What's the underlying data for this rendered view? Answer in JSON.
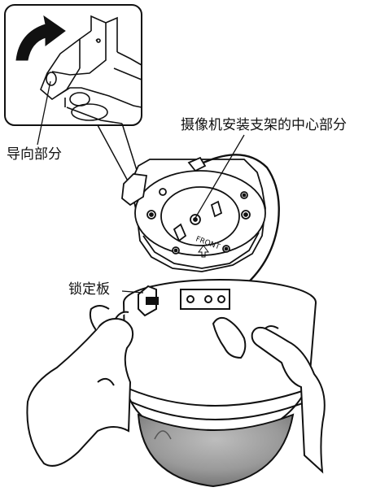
{
  "labels": {
    "guide": "导向部分",
    "mount_center": "摄像机安装支架的中心部分",
    "lock_plate": "锁定板",
    "front_mark": "FRONT"
  },
  "colors": {
    "line": "#111111",
    "background": "#ffffff",
    "arrow_fill": "#111111",
    "dome_shade": "#9a9a9a",
    "dome_dark": "#6e6e6e"
  },
  "icons": {
    "rotate_arrow": "curved-arrow-icon",
    "front_arrow": "front-arrow-icon"
  }
}
